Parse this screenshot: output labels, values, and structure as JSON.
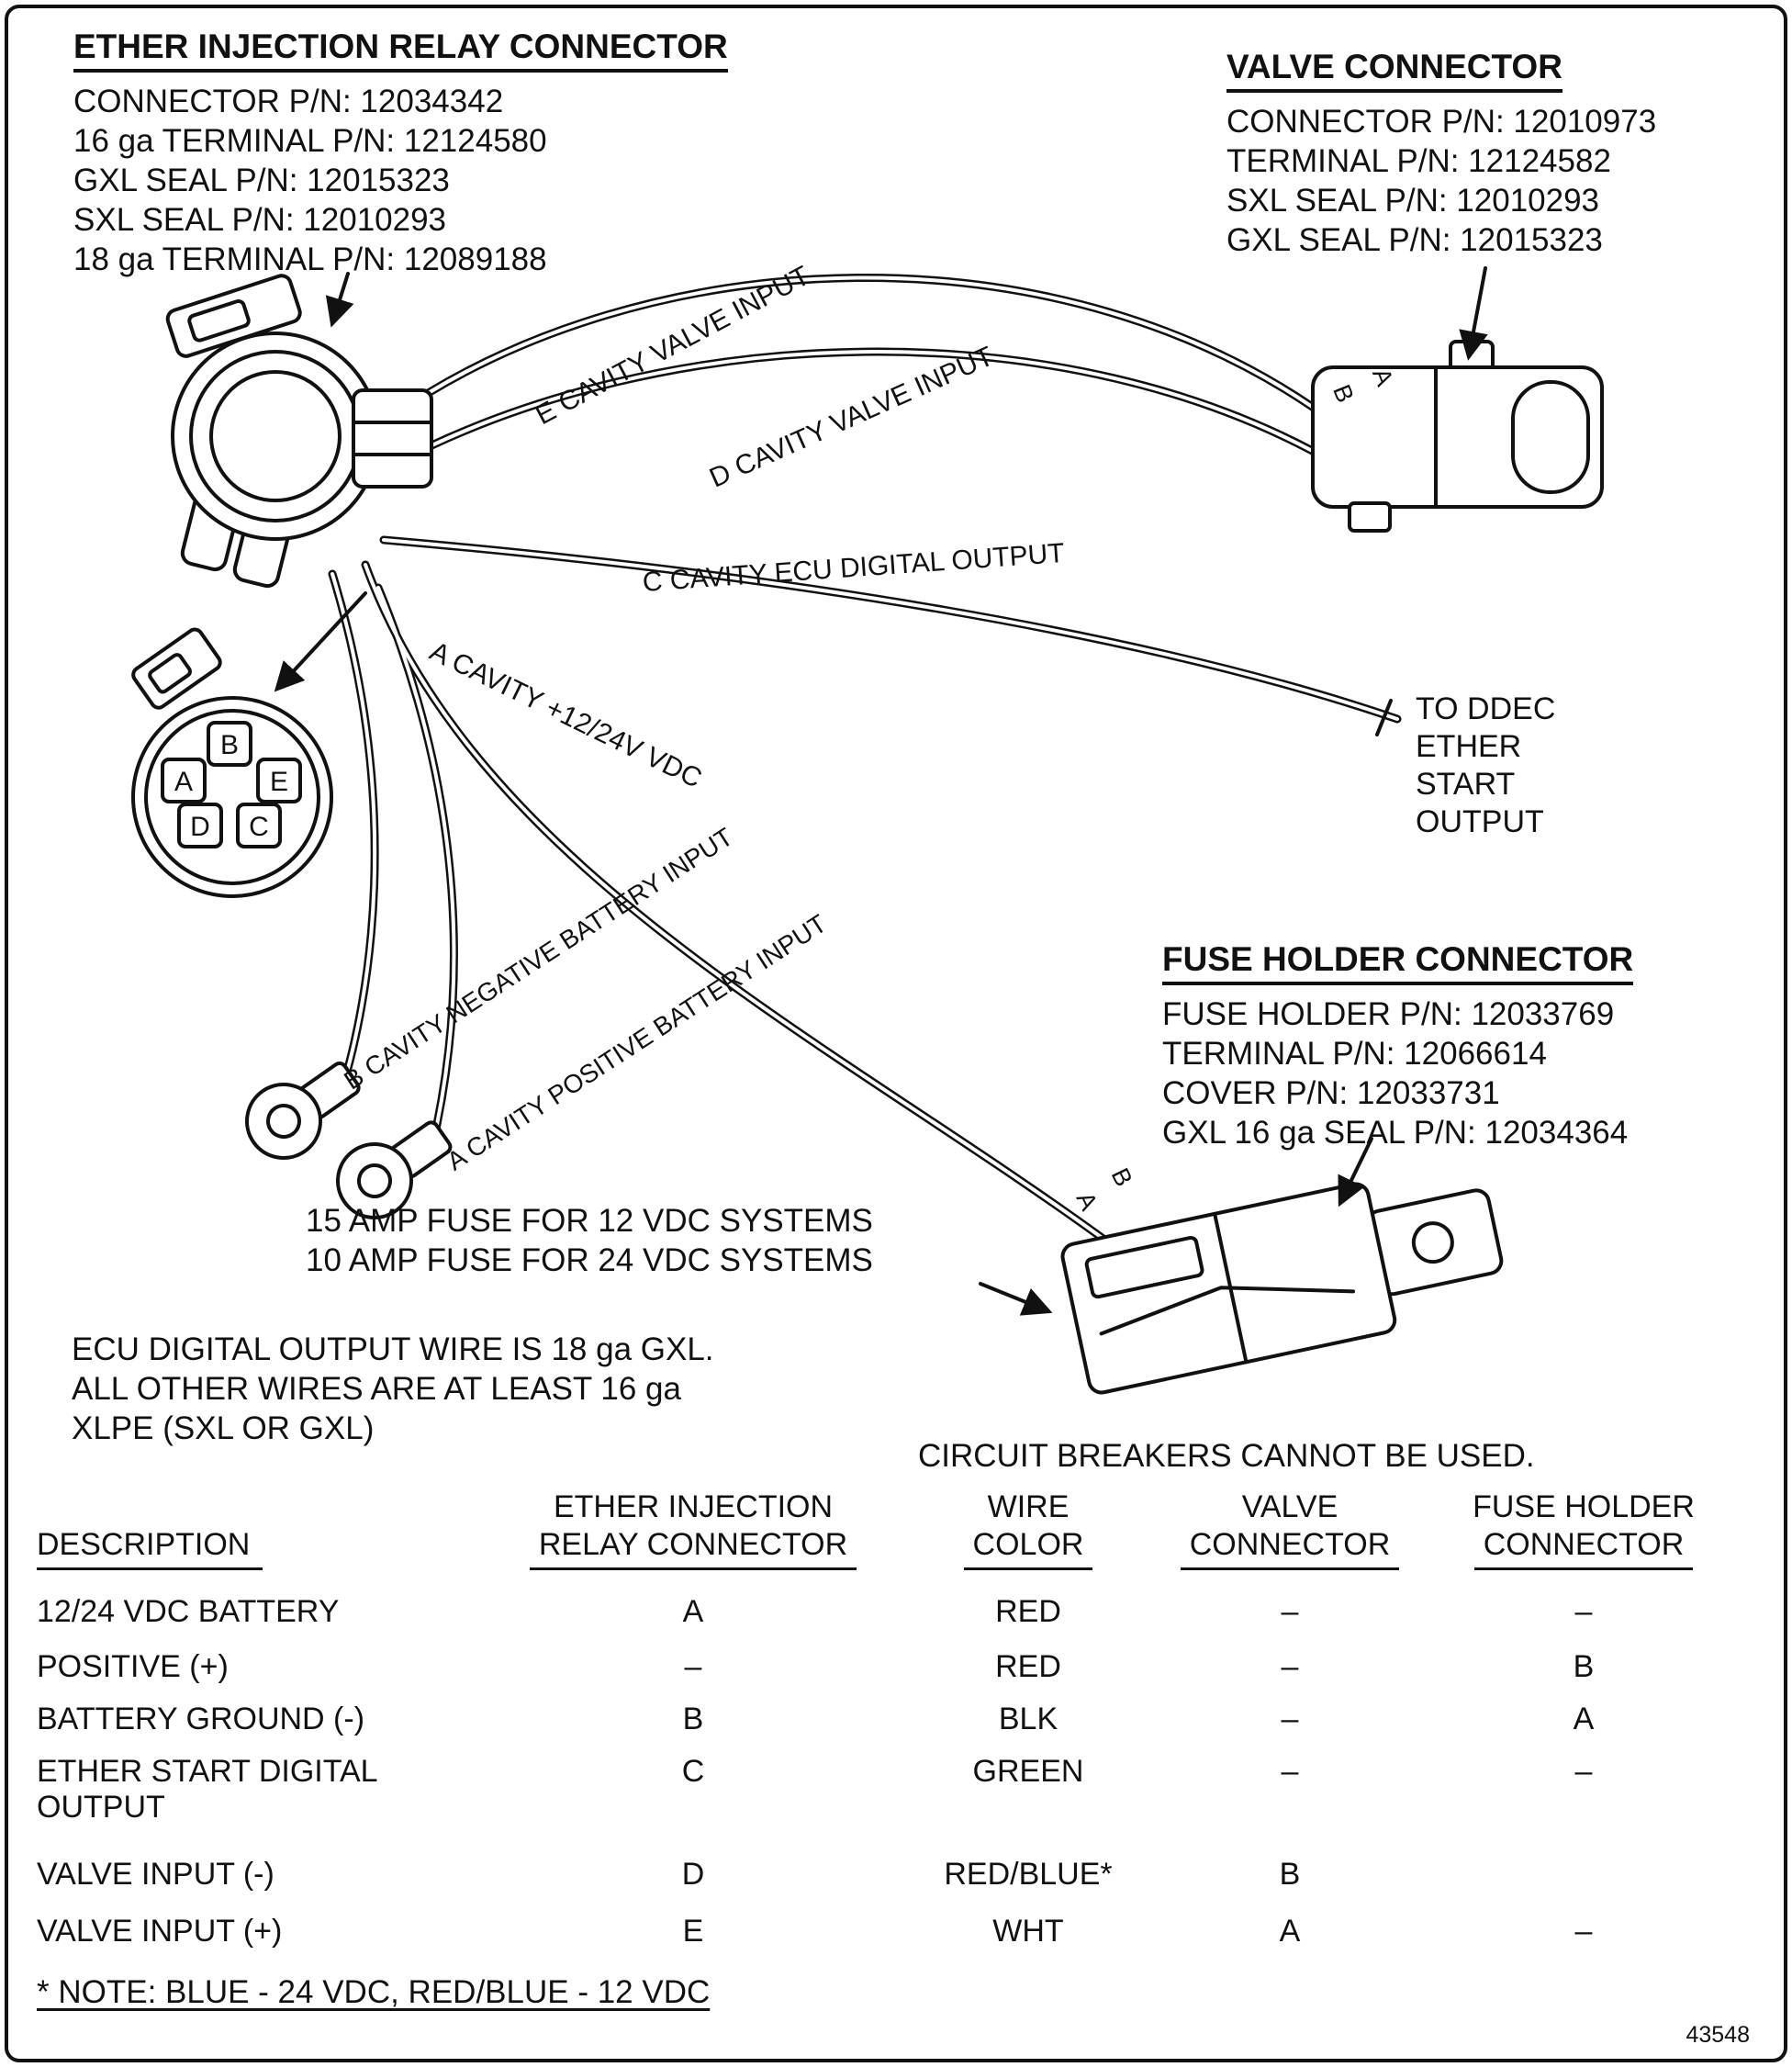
{
  "figure_number": "43548",
  "colors": {
    "ink": "#111111",
    "paper": "#ffffff"
  },
  "ether_relay_block": {
    "title": "ETHER INJECTION RELAY CONNECTOR",
    "lines": [
      "CONNECTOR P/N: 12034342",
      "16 ga TERMINAL P/N: 12124580",
      "GXL SEAL P/N: 12015323",
      "SXL SEAL P/N: 12010293",
      "18 ga TERMINAL P/N: 12089188"
    ]
  },
  "valve_block": {
    "title": "VALVE CONNECTOR",
    "lines": [
      "CONNECTOR P/N: 12010973",
      "TERMINAL P/N: 12124582",
      "SXL SEAL P/N: 12010293",
      "GXL SEAL P/N: 12015323"
    ]
  },
  "fuse_block": {
    "title": "FUSE HOLDER CONNECTOR",
    "lines": [
      "FUSE HOLDER P/N: 12033769",
      "TERMINAL P/N: 12066614",
      "COVER P/N: 12033731",
      "GXL 16 ga SEAL P/N: 12034364"
    ]
  },
  "wire_labels": {
    "e_valve": "E CAVITY VALVE INPUT",
    "d_valve": "D CAVITY VALVE INPUT",
    "c_ecu": "C CAVITY ECU DIGITAL OUTPUT",
    "a_power": "A CAVITY +12/24V VDC",
    "b_negative": "B CAVITY NEGATIVE BATTERY INPUT",
    "a_positive": "A CAVITY POSITIVE BATTERY INPUT"
  },
  "ddec_output": {
    "lines": [
      "TO DDEC",
      "ETHER",
      "START",
      "OUTPUT"
    ]
  },
  "fuse_note": {
    "lines": [
      "15 AMP FUSE FOR 12 VDC SYSTEMS",
      "10 AMP FUSE FOR 24 VDC SYSTEMS"
    ]
  },
  "wire_note": {
    "lines": [
      "ECU DIGITAL OUTPUT WIRE IS 18 ga GXL.",
      "ALL OTHER WIRES ARE AT LEAST 16 ga",
      "XLPE (SXL OR GXL)"
    ]
  },
  "breaker_note": "CIRCUIT BREAKERS CANNOT BE USED.",
  "cavity_face": {
    "top": "B",
    "left": "A",
    "right": "E",
    "bottom_left": "D",
    "bottom_right": "C"
  },
  "valve_pins": {
    "b": "B",
    "a": "A"
  },
  "fuse_pins": {
    "a": "A",
    "b": "B"
  },
  "table": {
    "headers": {
      "description": "DESCRIPTION",
      "ether_line1": "ETHER INJECTION",
      "ether_line2": "RELAY CONNECTOR",
      "wire_line1": "WIRE",
      "wire_line2": "COLOR",
      "valve_line1": "VALVE",
      "valve_line2": "CONNECTOR",
      "fuse_line1": "FUSE HOLDER",
      "fuse_line2": "CONNECTOR"
    },
    "rows": [
      {
        "desc": "12/24 VDC BATTERY",
        "ether": "A",
        "wire": "RED",
        "valve": "–",
        "fuse": "–"
      },
      {
        "desc": "POSITIVE (+)",
        "ether": "–",
        "wire": "RED",
        "valve": "–",
        "fuse": "B"
      },
      {
        "desc": "BATTERY GROUND (-)",
        "ether": "B",
        "wire": "BLK",
        "valve": "–",
        "fuse": "A"
      },
      {
        "desc": "ETHER START DIGITAL OUTPUT",
        "ether": "C",
        "wire": "GREEN",
        "valve": "–",
        "fuse": "–"
      },
      {
        "desc": "VALVE INPUT (-)",
        "ether": "D",
        "wire": "RED/BLUE*",
        "valve": "B",
        "fuse": ""
      },
      {
        "desc": "VALVE INPUT (+)",
        "ether": "E",
        "wire": "WHT",
        "valve": "A",
        "fuse": "–"
      }
    ],
    "note": "* NOTE: BLUE - 24 VDC, RED/BLUE - 12 VDC"
  }
}
